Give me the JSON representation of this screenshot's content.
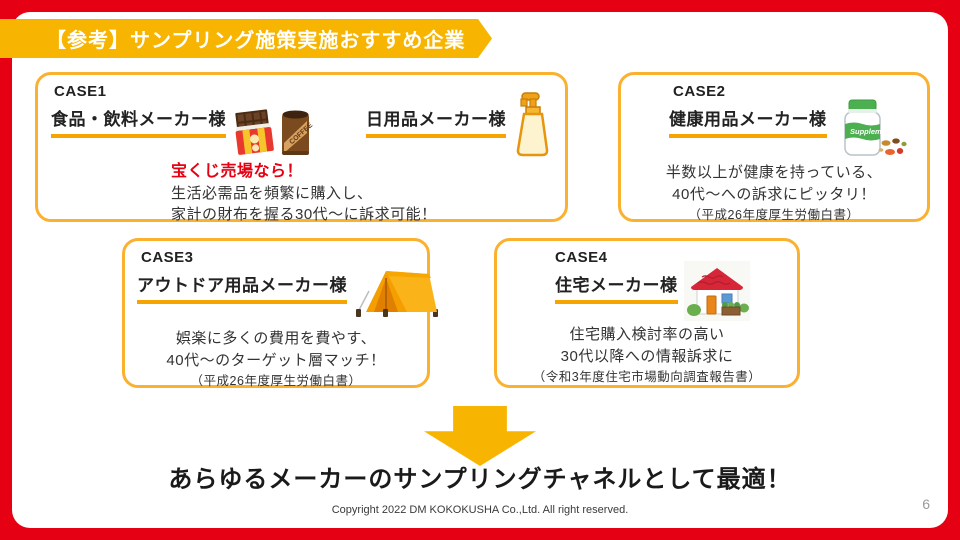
{
  "slide": {
    "title": "【参考】サンプリング施策実施おすすめ企業",
    "conclusion": "あらゆるメーカーのサンプリングチャネルとして最適！",
    "copyright": "Copyright 2022 DM KOKOKUSHA Co.,Ltd. All right reserved.",
    "page_number": "6"
  },
  "cases": [
    {
      "label": "CASE1",
      "companies": [
        {
          "name": "食品・飲料メーカー様",
          "icon": "snack-and-coffee-can-icon"
        },
        {
          "name": "日用品メーカー様",
          "icon": "pump-bottle-icon"
        }
      ],
      "highlight": "宝くじ売場なら！",
      "lines": [
        "生活必需品を頻繁に購入し、",
        "家計の財布を握る30代〜に訴求可能！"
      ]
    },
    {
      "label": "CASE2",
      "company": "健康用品メーカー様",
      "icon": "supplement-bottle-icon",
      "lines": [
        "半数以上が健康を持っている、",
        "40代〜への訴求にピッタリ！"
      ],
      "source": "（平成26年度厚生労働白書）"
    },
    {
      "label": "CASE3",
      "company": "アウトドア用品メーカー様",
      "icon": "tent-icon",
      "lines": [
        "娯楽に多くの費用を費やす、",
        "40代〜のターゲット層マッチ！"
      ],
      "source": "（平成26年度厚生労働白書）"
    },
    {
      "label": "CASE4",
      "company": "住宅メーカー様",
      "icon": "house-icon",
      "lines": [
        "住宅購入検討率の高い",
        "30代以降への情報訴求に"
      ],
      "source": "（令和3年度住宅市場動向調査報告書）"
    }
  ],
  "colors": {
    "frame_red": "#E60014",
    "banner_yellow": "#F7B400",
    "box_border_yellow": "#FBB130",
    "underline_orange": "#F5A402",
    "accent_red": "#E60012",
    "text_dark": "#333333",
    "page_number_gray": "#9A9A9A"
  }
}
